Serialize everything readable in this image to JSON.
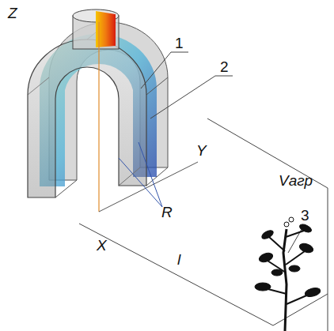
{
  "diagram": {
    "labels": [
      "Z",
      "1",
      "2",
      "Y",
      "Vагр",
      "3",
      "R",
      "X",
      "l"
    ]
  }
}
